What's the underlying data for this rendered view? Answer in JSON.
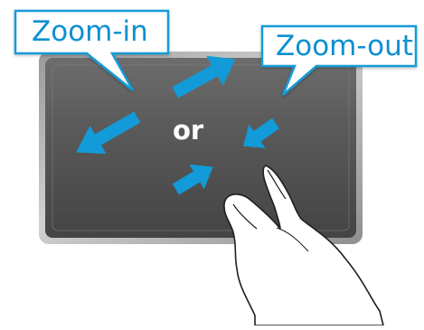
{
  "labels": {
    "zoom_in": "Zoom-in",
    "zoom_out": "Zoom-out",
    "separator": "or"
  },
  "colors": {
    "accent": "#129bd8",
    "text_accent": "#0d8fd0",
    "pad_dark": "#585858",
    "pad_light": "#7c7c7c",
    "pad_frame": "#b9b9b9",
    "callout_bg": "#ffffff"
  },
  "icons": {
    "gesture": "pinch-gesture-icon",
    "hand": "hand-icon",
    "arrows": "zoom-arrow-icon"
  }
}
